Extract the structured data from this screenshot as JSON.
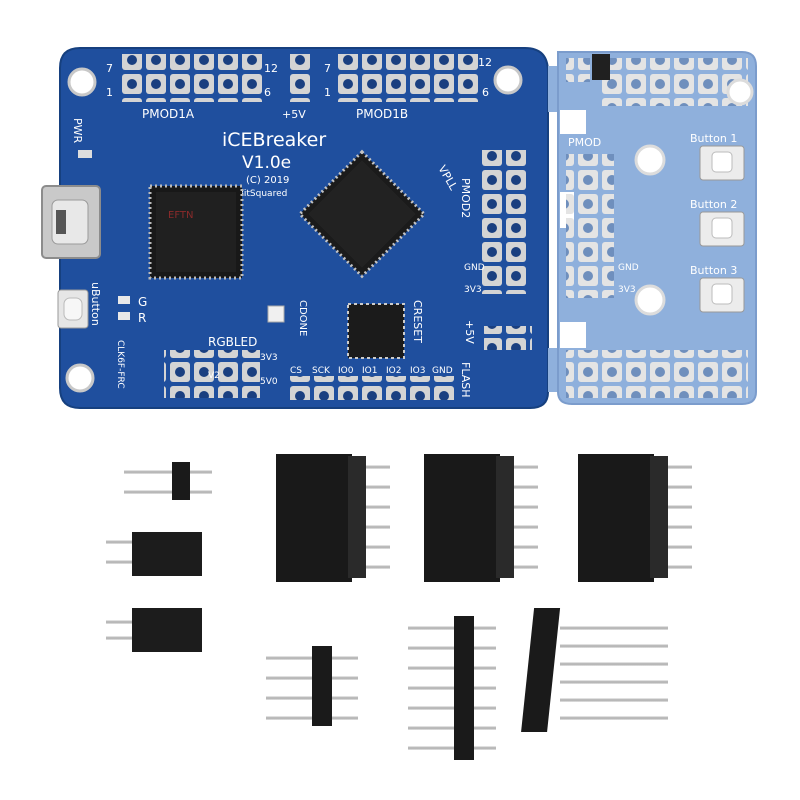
{
  "board": {
    "name": "iCEBreaker",
    "version": "V1.0e",
    "copyright": "(C) 2019",
    "maker": "1BitSquared",
    "pmod1a": "PMOD1A",
    "pmod1b": "PMOD1B",
    "pmod2": "PMOD2",
    "pmod": "PMOD",
    "plus5v_top": "+5V",
    "plus5v_side": "+5V",
    "pwr": "PWR",
    "ubutton": "uButton",
    "led_g": "G",
    "led_r": "R",
    "rgbled": "RGBLED",
    "cdone": "CDONE",
    "creset": "CRESET",
    "vpll": "VPLL",
    "flash": "FLASH",
    "clk": "CLK6F-FRC",
    "gnd_left": "GND",
    "v33_left": "3V3",
    "gnd_right": "GND",
    "v33_right": "3V3",
    "pin7a": "7",
    "pin1a": "1",
    "pin12a": "12",
    "pin6a": "6",
    "pin7b": "7",
    "pin1b": "1",
    "pin12b": "12",
    "pin6b": "6",
    "v2": "V2",
    "v33": "3V3",
    "v50": "5V0",
    "flash_pins": [
      "CS",
      "SCK",
      "IO0",
      "IO1",
      "IO2",
      "IO3",
      "GND"
    ],
    "button1": "Button 1",
    "button2": "Button 2",
    "button3": "Button 3",
    "chip_label": "EFTN"
  },
  "colors": {
    "pcb_main": "#1f4f9e",
    "pcb_breakout": "#8fb0dc",
    "pin_gold": "#d9d9d9",
    "header_black": "#1a1a1a"
  }
}
